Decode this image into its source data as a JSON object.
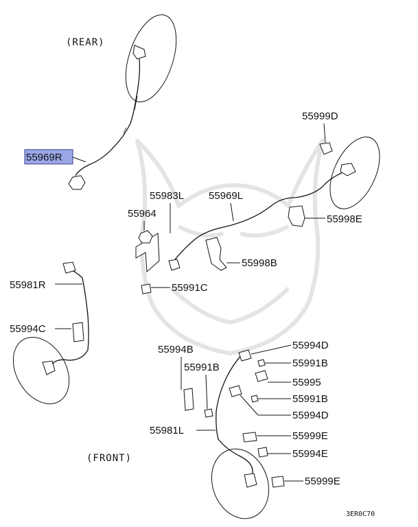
{
  "captions": {
    "rear": "(REAR)",
    "front": "(FRONT)",
    "diagram_code": "3ER0C70"
  },
  "highlight_color": "#9aa6e6",
  "parts": {
    "p55969R": "55969R",
    "p55999D": "55999D",
    "p55983L": "55983L",
    "p55969L": "55969L",
    "p55964": "55964",
    "p55998E": "55998E",
    "p55998B": "55998B",
    "p55981R": "55981R",
    "p55991C": "55991C",
    "p55994C": "55994C",
    "p55994B": "55994B",
    "p55994D_1": "55994D",
    "p55991B_1": "55991B",
    "p55991B_2": "55991B",
    "p55995": "55995",
    "p55991B_3": "55991B",
    "p55994D_2": "55994D",
    "p55981L": "55981L",
    "p55999E_1": "55999E",
    "p55994E": "55994E",
    "p55999E_2": "55999E"
  }
}
